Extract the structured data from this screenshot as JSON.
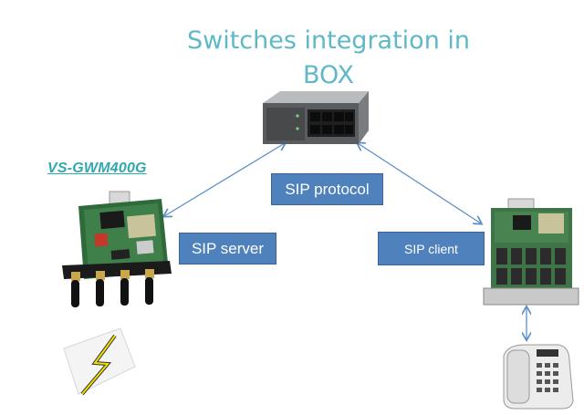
{
  "title": {
    "line1": "Switches integration in",
    "line2": "BOX"
  },
  "product_label": "VS-GWM400G",
  "labels": {
    "sip_protocol": "SIP protocol",
    "sip_server": "SIP server",
    "sip_client": "SIP client"
  },
  "icons": [
    "switch-box-icon",
    "gateway-module-icon",
    "fxs-module-icon",
    "desk-phone-icon",
    "lightning-signal-icon"
  ],
  "colors": {
    "title": "#5fb8c6",
    "product_label": "#2fa9b0",
    "label_box": "#4f81bd",
    "arrow": "#5b8fc8"
  }
}
